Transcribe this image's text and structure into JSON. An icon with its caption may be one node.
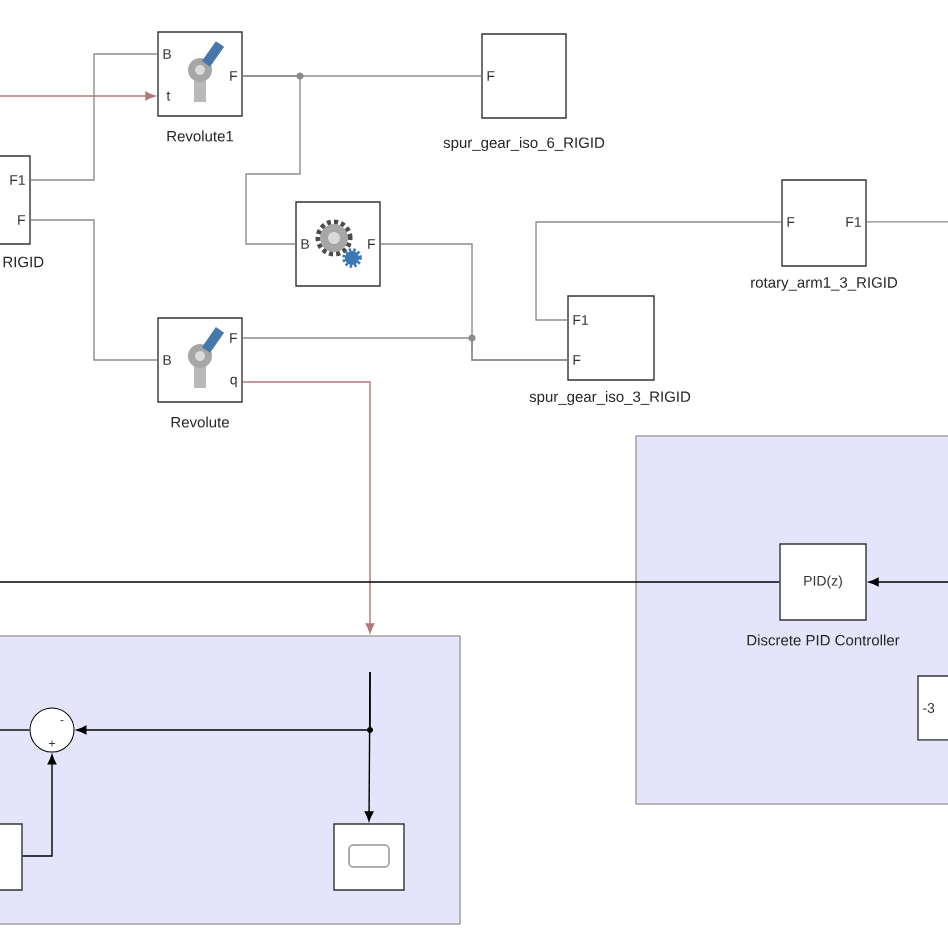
{
  "diagram": {
    "nodes": [
      {
        "text": [
          "F1",
          "F"
        ],
        "beside": [
          "RIGID"
        ]
      },
      {
        "text": [
          "B",
          "t",
          "F"
        ],
        "beside": [
          "Revolute1"
        ]
      },
      {
        "text": [
          "F"
        ],
        "beside": [
          "spur_gear_iso_6_RIGID"
        ]
      },
      {
        "text": [
          "B",
          "F"
        ]
      },
      {
        "text": [
          "B",
          "F",
          "q"
        ],
        "beside": [
          "Revolute"
        ]
      },
      {
        "text": [
          "F",
          "F1"
        ],
        "beside": [
          "rotary_arm1_3_RIGID"
        ]
      },
      {
        "text": [
          "F1",
          "F"
        ],
        "beside": [
          "spur_gear_iso_3_RIGID"
        ]
      },
      {
        "text": [],
        "shape": "box"
      },
      {
        "text": [
          "PID(z)"
        ],
        "beside": [
          "Discrete PID Controller"
        ],
        "in": 7
      },
      {
        "text": [
          "-3"
        ],
        "in": 7
      },
      {
        "text": [],
        "shape": "box"
      },
      {
        "text": [
          "-",
          "+"
        ],
        "in": 10
      },
      {
        "text": [],
        "shape": "box",
        "in": 10
      },
      {
        "text": [],
        "shape": "box",
        "in": 10
      }
    ],
    "edges": [
      {
        "from": 0,
        "to": 1,
        "arrow": "none"
      },
      {
        "from": 0,
        "to": 4,
        "arrow": "none"
      },
      {
        "from": null,
        "to": 1,
        "arrow": "to",
        "color": "#b07878"
      },
      {
        "from": 1,
        "to": 2,
        "arrow": "none"
      },
      {
        "from": 1,
        "to": 3,
        "arrow": "none"
      },
      {
        "from": 4,
        "to": 6,
        "arrow": "none"
      },
      {
        "from": 3,
        "to": 6,
        "arrow": "none"
      },
      {
        "from": 6,
        "to": 5,
        "arrow": "none"
      },
      {
        "from": 5,
        "to": null,
        "arrow": "none"
      },
      {
        "from": 4,
        "to": 10,
        "arrow": "to",
        "color": "#b07878"
      },
      {
        "from": null,
        "to": 11,
        "arrow": "to",
        "color": "#000000"
      },
      {
        "from": null,
        "to": 13,
        "arrow": "to",
        "color": "#000000"
      },
      {
        "from": 12,
        "to": 11,
        "arrow": "to",
        "color": "#000000"
      },
      {
        "from": 11,
        "to": null,
        "arrow": "none",
        "color": "#000000"
      },
      {
        "from": 8,
        "to": null,
        "arrow": "none",
        "color": "#000000"
      },
      {
        "from": null,
        "to": 8,
        "arrow": "to",
        "color": "#000000"
      }
    ]
  }
}
